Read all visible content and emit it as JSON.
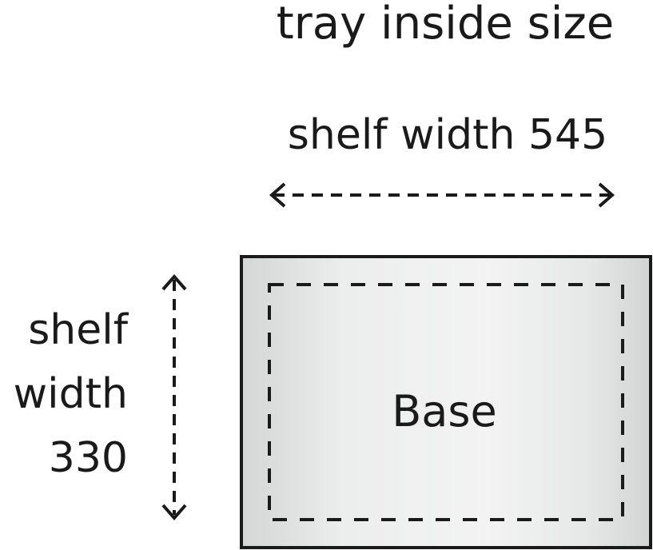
{
  "title": "tray inside size",
  "horizontal_dimension": {
    "label": "shelf width 545"
  },
  "vertical_dimension": {
    "lines": [
      "shelf",
      "width",
      "330"
    ]
  },
  "base": {
    "label": "Base"
  },
  "colors": {
    "stroke": "#1a1a1a",
    "fill_edge": "#d4d6d6",
    "fill_center": "#f2f2f2"
  }
}
